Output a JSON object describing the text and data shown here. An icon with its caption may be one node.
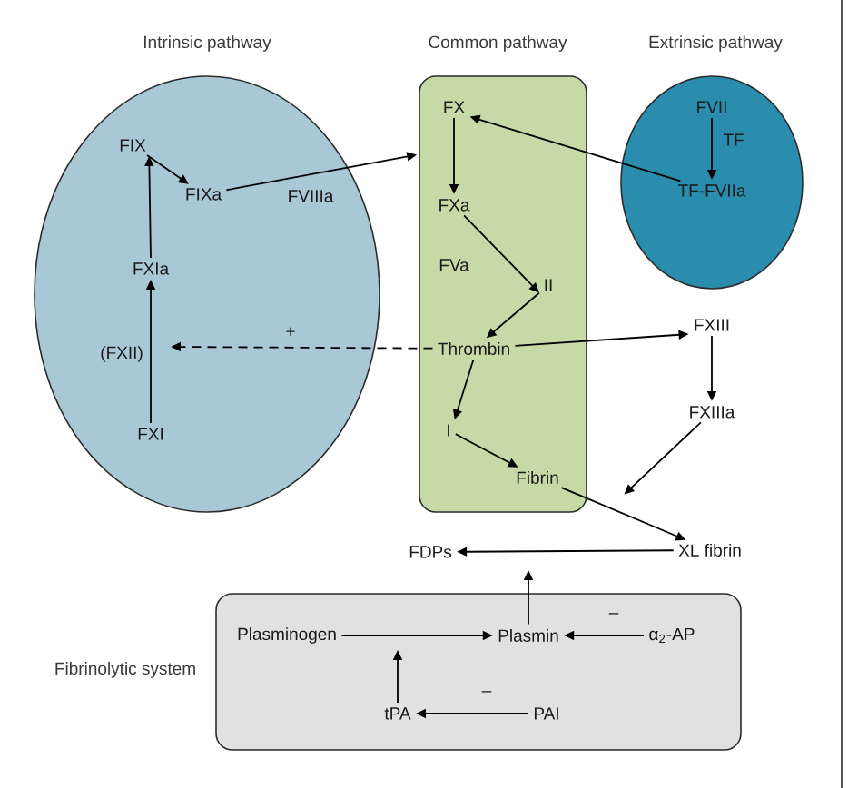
{
  "diagram": {
    "nodes": [
      {
        "text": [
          "Intrinsic pathway"
        ]
      },
      {
        "text": [
          "Common pathway"
        ]
      },
      {
        "text": [
          "Extrinsic pathway"
        ]
      },
      {
        "text": [
          "FIX"
        ],
        "in": 0
      },
      {
        "text": [
          "FIXa"
        ],
        "in": 0
      },
      {
        "text": [
          "FXIa"
        ],
        "in": 0
      },
      {
        "text": [
          "FXI"
        ],
        "in": 0
      },
      {
        "text": [
          "FX"
        ],
        "in": 1
      },
      {
        "text": [
          "FXa"
        ],
        "in": 1
      },
      {
        "text": [
          "II"
        ],
        "in": 1
      },
      {
        "text": [
          "Thrombin"
        ],
        "in": 1
      },
      {
        "text": [
          "I"
        ],
        "in": 1
      },
      {
        "text": [
          "Fibrin"
        ],
        "in": 1
      },
      {
        "text": [
          "FVII"
        ],
        "in": 2
      },
      {
        "text": [
          "TF-FVIIa"
        ],
        "in": 2
      },
      {
        "text": [
          "FXIII"
        ]
      },
      {
        "text": [
          "FXIIIa"
        ]
      },
      {
        "text": [
          "XL fibrin"
        ]
      },
      {
        "text": [
          "FDPs"
        ]
      },
      {
        "text": [
          "Fibrinolytic system"
        ]
      },
      {
        "text": [
          "Plasminogen"
        ],
        "in": 19
      },
      {
        "text": [
          "Plasmin"
        ],
        "in": 19
      },
      {
        "text": [
          "α$_{2}$-AP"
        ],
        "in": 19
      },
      {
        "text": [
          "tPA"
        ],
        "in": 19
      },
      {
        "text": [
          "PAI"
        ],
        "in": 19
      }
    ],
    "edges": [
      {
        "from": 3,
        "to": 4,
        "arrow": "to"
      },
      {
        "from": 6,
        "to": 5,
        "arrow": "to",
        "label": "(FXII)"
      },
      {
        "from": 5,
        "to": 3,
        "arrow": "to"
      },
      {
        "from": 4,
        "to": 1,
        "arrow": "to",
        "label": "FVIIIa"
      },
      {
        "from": 7,
        "to": 8,
        "arrow": "to"
      },
      {
        "from": 14,
        "to": 7,
        "arrow": "to"
      },
      {
        "from": 13,
        "to": 14,
        "arrow": "to",
        "label": "TF"
      },
      {
        "from": 8,
        "to": 9,
        "arrow": "to",
        "label": "FVa"
      },
      {
        "from": 9,
        "to": 10,
        "arrow": "to"
      },
      {
        "from": 10,
        "to": null,
        "arrow": "to",
        "style": "dashed",
        "label": "+"
      },
      {
        "from": 10,
        "to": 15,
        "arrow": "to"
      },
      {
        "from": 15,
        "to": 16,
        "arrow": "to"
      },
      {
        "from": 10,
        "to": 11,
        "arrow": "to"
      },
      {
        "from": 11,
        "to": 12,
        "arrow": "to"
      },
      {
        "from": 12,
        "to": 17,
        "arrow": "to"
      },
      {
        "from": 16,
        "to": null,
        "arrow": "to"
      },
      {
        "from": 17,
        "to": 18,
        "arrow": "to"
      },
      {
        "from": 21,
        "to": null,
        "arrow": "to"
      },
      {
        "from": 20,
        "to": 21,
        "arrow": "to"
      },
      {
        "from": 22,
        "to": 21,
        "arrow": "to",
        "label": "–"
      },
      {
        "from": 23,
        "to": null,
        "arrow": "to"
      },
      {
        "from": 24,
        "to": 23,
        "arrow": "to",
        "label": "–"
      }
    ]
  }
}
